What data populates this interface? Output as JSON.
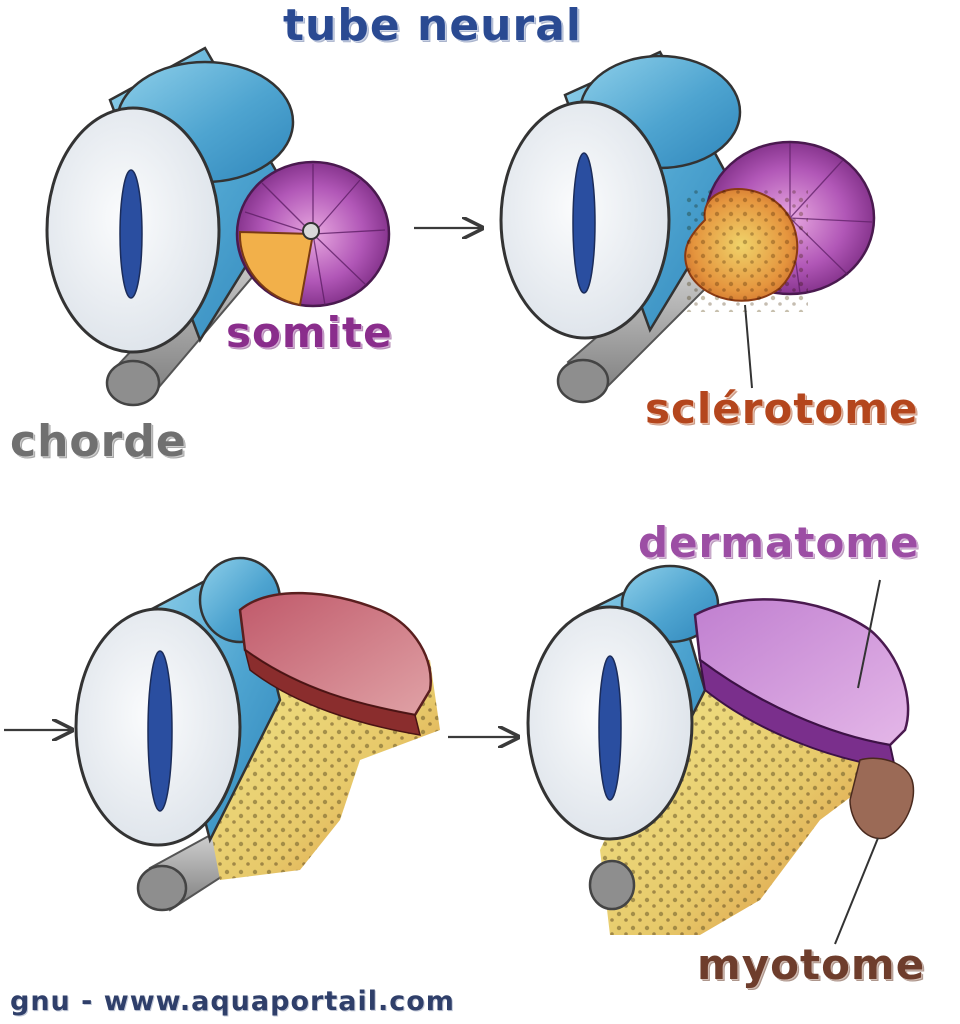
{
  "labels": {
    "title": "tube neural",
    "somite": "somite",
    "chorde": "chorde",
    "sclerotome": "sclérotome",
    "dermatome": "dermatome",
    "myotome": "myotome"
  },
  "credit": "gnu - www.aquaportail.com",
  "colors": {
    "neural_tube": "#56a9d2",
    "neural_tube_face": "#eef1f4",
    "canal": "#2a4ea0",
    "notochord": "#9a9a9a",
    "somite": "#9a3fa3",
    "sclerotome": "#e39a4a",
    "dermatome": "#b86ac4",
    "myotome": "#7a2f8c",
    "mesenchyme": "#e8d97a",
    "title": "#2a4a92",
    "somite_label": "#8a2d8c",
    "chorde_label": "#707070",
    "sclerotome_label": "#b4461d",
    "dermatome_label": "#9c4ea4",
    "myotome_label": "#6e3d2c"
  }
}
